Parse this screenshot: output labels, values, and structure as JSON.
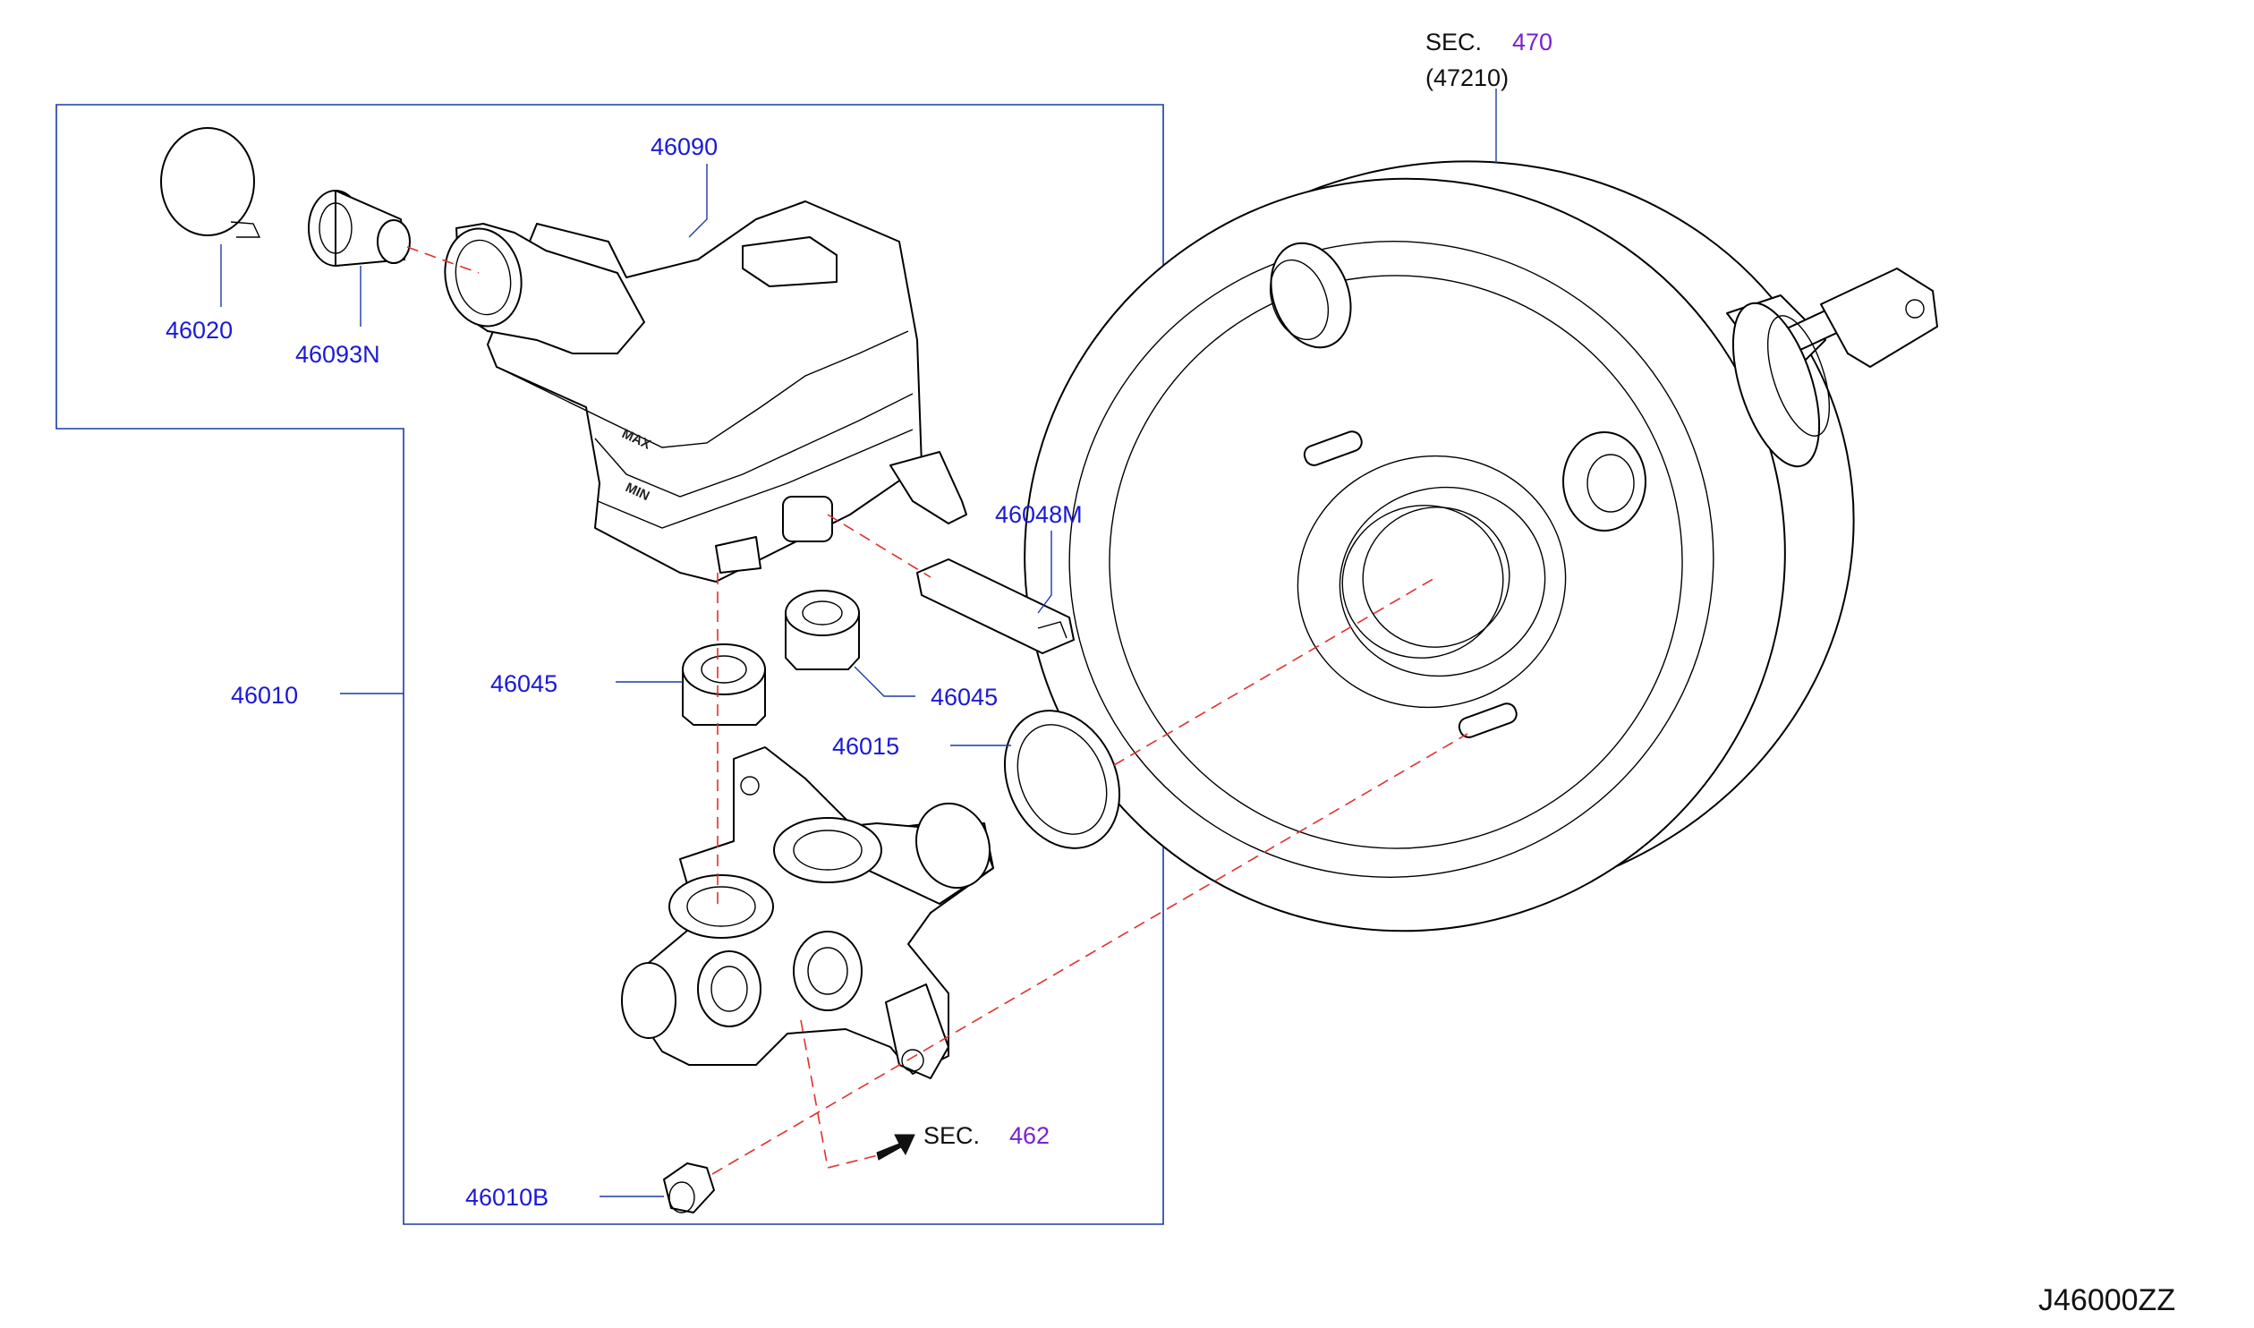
{
  "diagram_code": "J46000ZZ",
  "labels": {
    "cap": "46020",
    "strainer": "46093N",
    "reservoir": "46090",
    "sensor": "46048M",
    "assembly": "46010",
    "grommet_left": "46045",
    "grommet_right": "46045",
    "o_ring": "46015",
    "nut": "46010B"
  },
  "section_refs": {
    "booster_sec": "SEC.",
    "booster_num": "470",
    "booster_sub": "(47210)",
    "pipe_sec": "SEC.",
    "pipe_num": "462"
  },
  "reservoir_marks": {
    "max": "MAX",
    "min": "MIN"
  },
  "colors": {
    "part_number": "#1a1ad6",
    "section_number": "#7a22cc",
    "leader_line": "#1a3aa8",
    "dashed_guide": "#e0302a",
    "outline": "#000000"
  }
}
